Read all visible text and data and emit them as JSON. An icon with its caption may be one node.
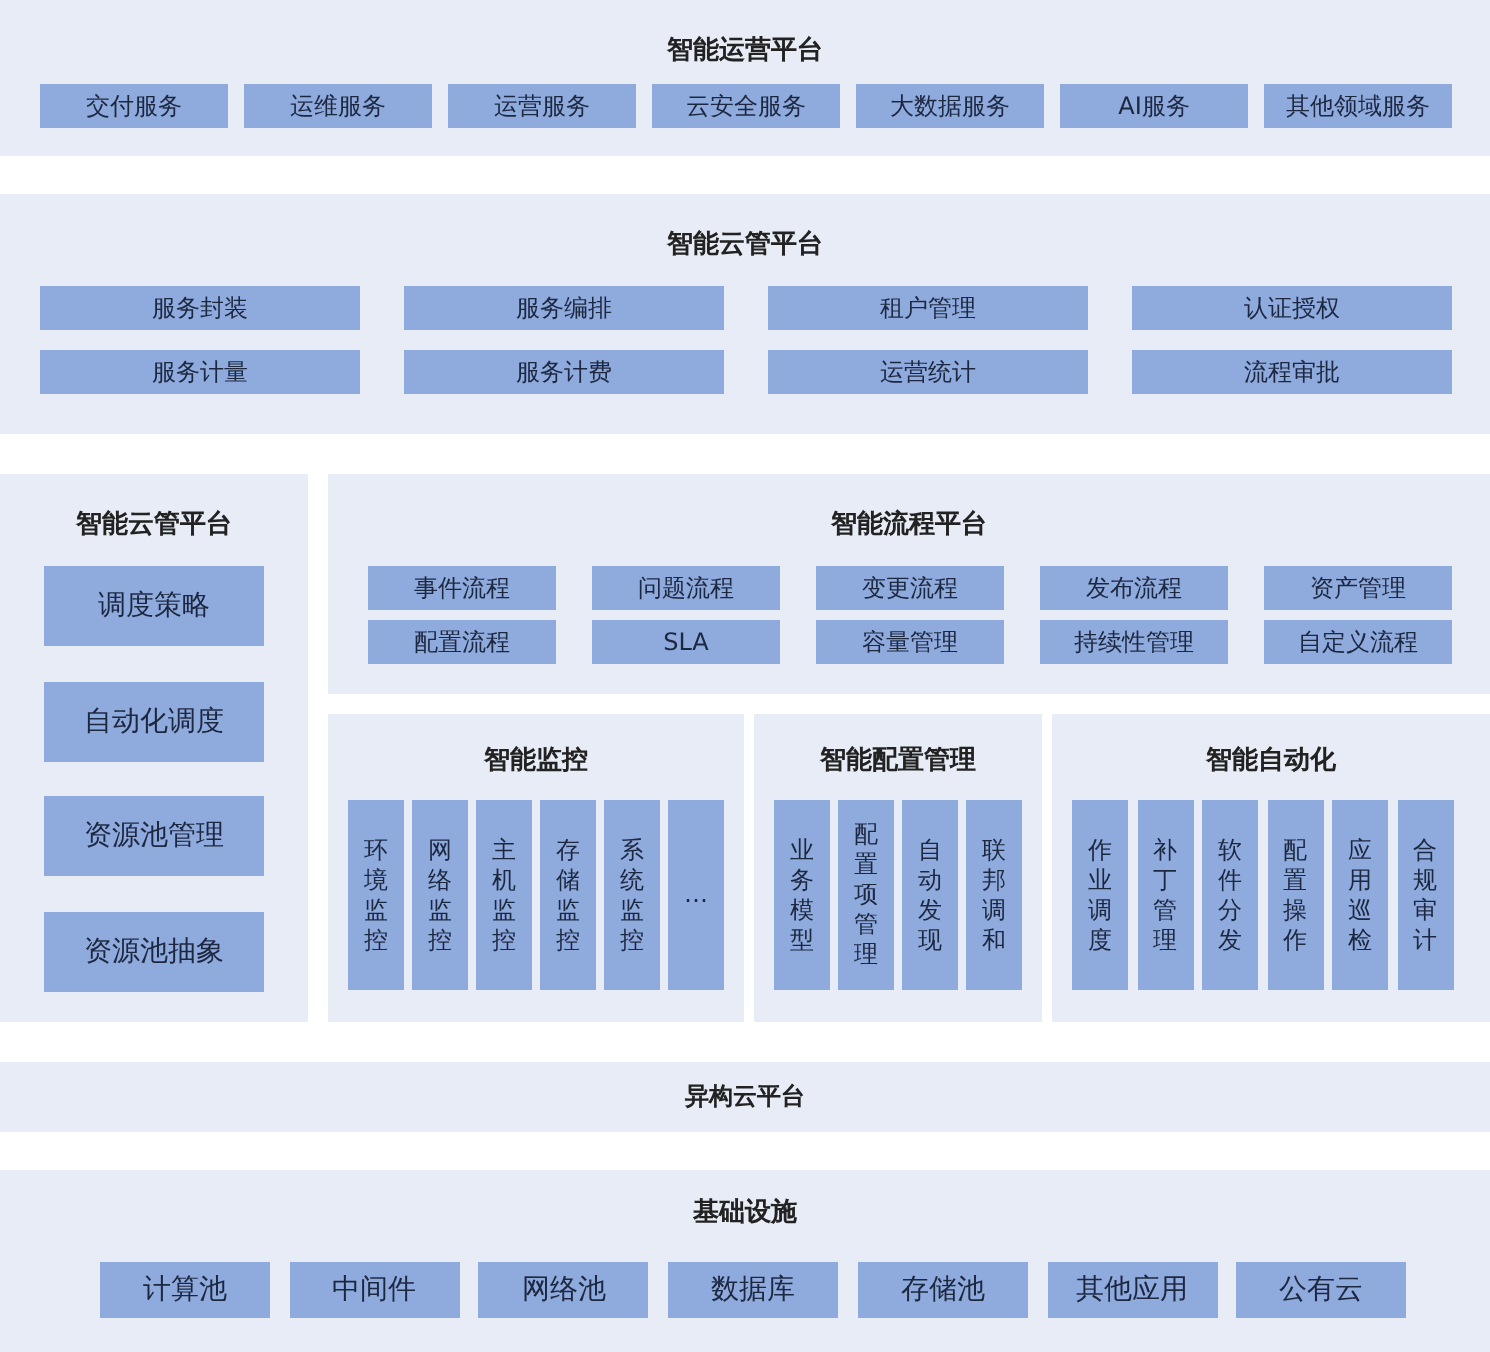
{
  "diagram": {
    "nodes": [
      {
        "text": [
          "智能运营平台"
        ]
      },
      {
        "text": [
          "交付服务"
        ],
        "in": 0
      },
      {
        "text": [
          "运维服务"
        ],
        "in": 0
      },
      {
        "text": [
          "运营服务"
        ],
        "in": 0
      },
      {
        "text": [
          "云安全服务"
        ],
        "in": 0
      },
      {
        "text": [
          "大数据服务"
        ],
        "in": 0
      },
      {
        "text": [
          "AI服务"
        ],
        "in": 0
      },
      {
        "text": [
          "其他领域服务"
        ],
        "in": 0
      },
      {
        "text": [
          "智能云管平台"
        ]
      },
      {
        "text": [
          "服务封装"
        ],
        "in": 8
      },
      {
        "text": [
          "服务编排"
        ],
        "in": 8
      },
      {
        "text": [
          "租户管理"
        ],
        "in": 8
      },
      {
        "text": [
          "认证授权"
        ],
        "in": 8
      },
      {
        "text": [
          "服务计量"
        ],
        "in": 8
      },
      {
        "text": [
          "服务计费"
        ],
        "in": 8
      },
      {
        "text": [
          "运营统计"
        ],
        "in": 8
      },
      {
        "text": [
          "流程审批"
        ],
        "in": 8
      },
      {
        "text": [
          "智能云管平台"
        ]
      },
      {
        "text": [
          "调度策略"
        ],
        "in": 17
      },
      {
        "text": [
          "自动化调度"
        ],
        "in": 17
      },
      {
        "text": [
          "资源池管理"
        ],
        "in": 17
      },
      {
        "text": [
          "资源池抽象"
        ],
        "in": 17
      },
      {
        "text": [
          "智能流程平台"
        ]
      },
      {
        "text": [
          "事件流程"
        ],
        "in": 22
      },
      {
        "text": [
          "问题流程"
        ],
        "in": 22
      },
      {
        "text": [
          "变更流程"
        ],
        "in": 22
      },
      {
        "text": [
          "发布流程"
        ],
        "in": 22
      },
      {
        "text": [
          "资产管理"
        ],
        "in": 22
      },
      {
        "text": [
          "配置流程"
        ],
        "in": 22
      },
      {
        "text": [
          "SLA"
        ],
        "in": 22
      },
      {
        "text": [
          "容量管理"
        ],
        "in": 22
      },
      {
        "text": [
          "持续性管理"
        ],
        "in": 22
      },
      {
        "text": [
          "自定义流程"
        ],
        "in": 22
      },
      {
        "text": [
          "智能监控"
        ]
      },
      {
        "text": [
          "环境监控"
        ],
        "in": 33
      },
      {
        "text": [
          "网络监控"
        ],
        "in": 33
      },
      {
        "text": [
          "主机监控"
        ],
        "in": 33
      },
      {
        "text": [
          "存储监控"
        ],
        "in": 33
      },
      {
        "text": [
          "系统监控"
        ],
        "in": 33
      },
      {
        "text": [
          "…"
        ],
        "in": 33
      },
      {
        "text": [
          "智能配置管理"
        ]
      },
      {
        "text": [
          "业务模型"
        ],
        "in": 40
      },
      {
        "text": [
          "配置项管理"
        ],
        "in": 40
      },
      {
        "text": [
          "自动发现"
        ],
        "in": 40
      },
      {
        "text": [
          "联邦调和"
        ],
        "in": 40
      },
      {
        "text": [
          "智能自动化"
        ]
      },
      {
        "text": [
          "作业调度"
        ],
        "in": 45
      },
      {
        "text": [
          "补丁管理"
        ],
        "in": 45
      },
      {
        "text": [
          "软件分发"
        ],
        "in": 45
      },
      {
        "text": [
          "配置操作"
        ],
        "in": 45
      },
      {
        "text": [
          "应用巡检"
        ],
        "in": 45
      },
      {
        "text": [
          "合规审计"
        ],
        "in": 45
      },
      {
        "text": [
          "异构云平台"
        ]
      },
      {
        "text": [
          "基础设施"
        ]
      },
      {
        "text": [
          "计算池"
        ],
        "in": 53
      },
      {
        "text": [
          "中间件"
        ],
        "in": 53
      },
      {
        "text": [
          "网络池"
        ],
        "in": 53
      },
      {
        "text": [
          "数据库"
        ],
        "in": 53
      },
      {
        "text": [
          "存储池"
        ],
        "in": 53
      },
      {
        "text": [
          "其他应用"
        ],
        "in": 53
      },
      {
        "text": [
          "公有云"
        ],
        "in": 53
      }
    ]
  }
}
